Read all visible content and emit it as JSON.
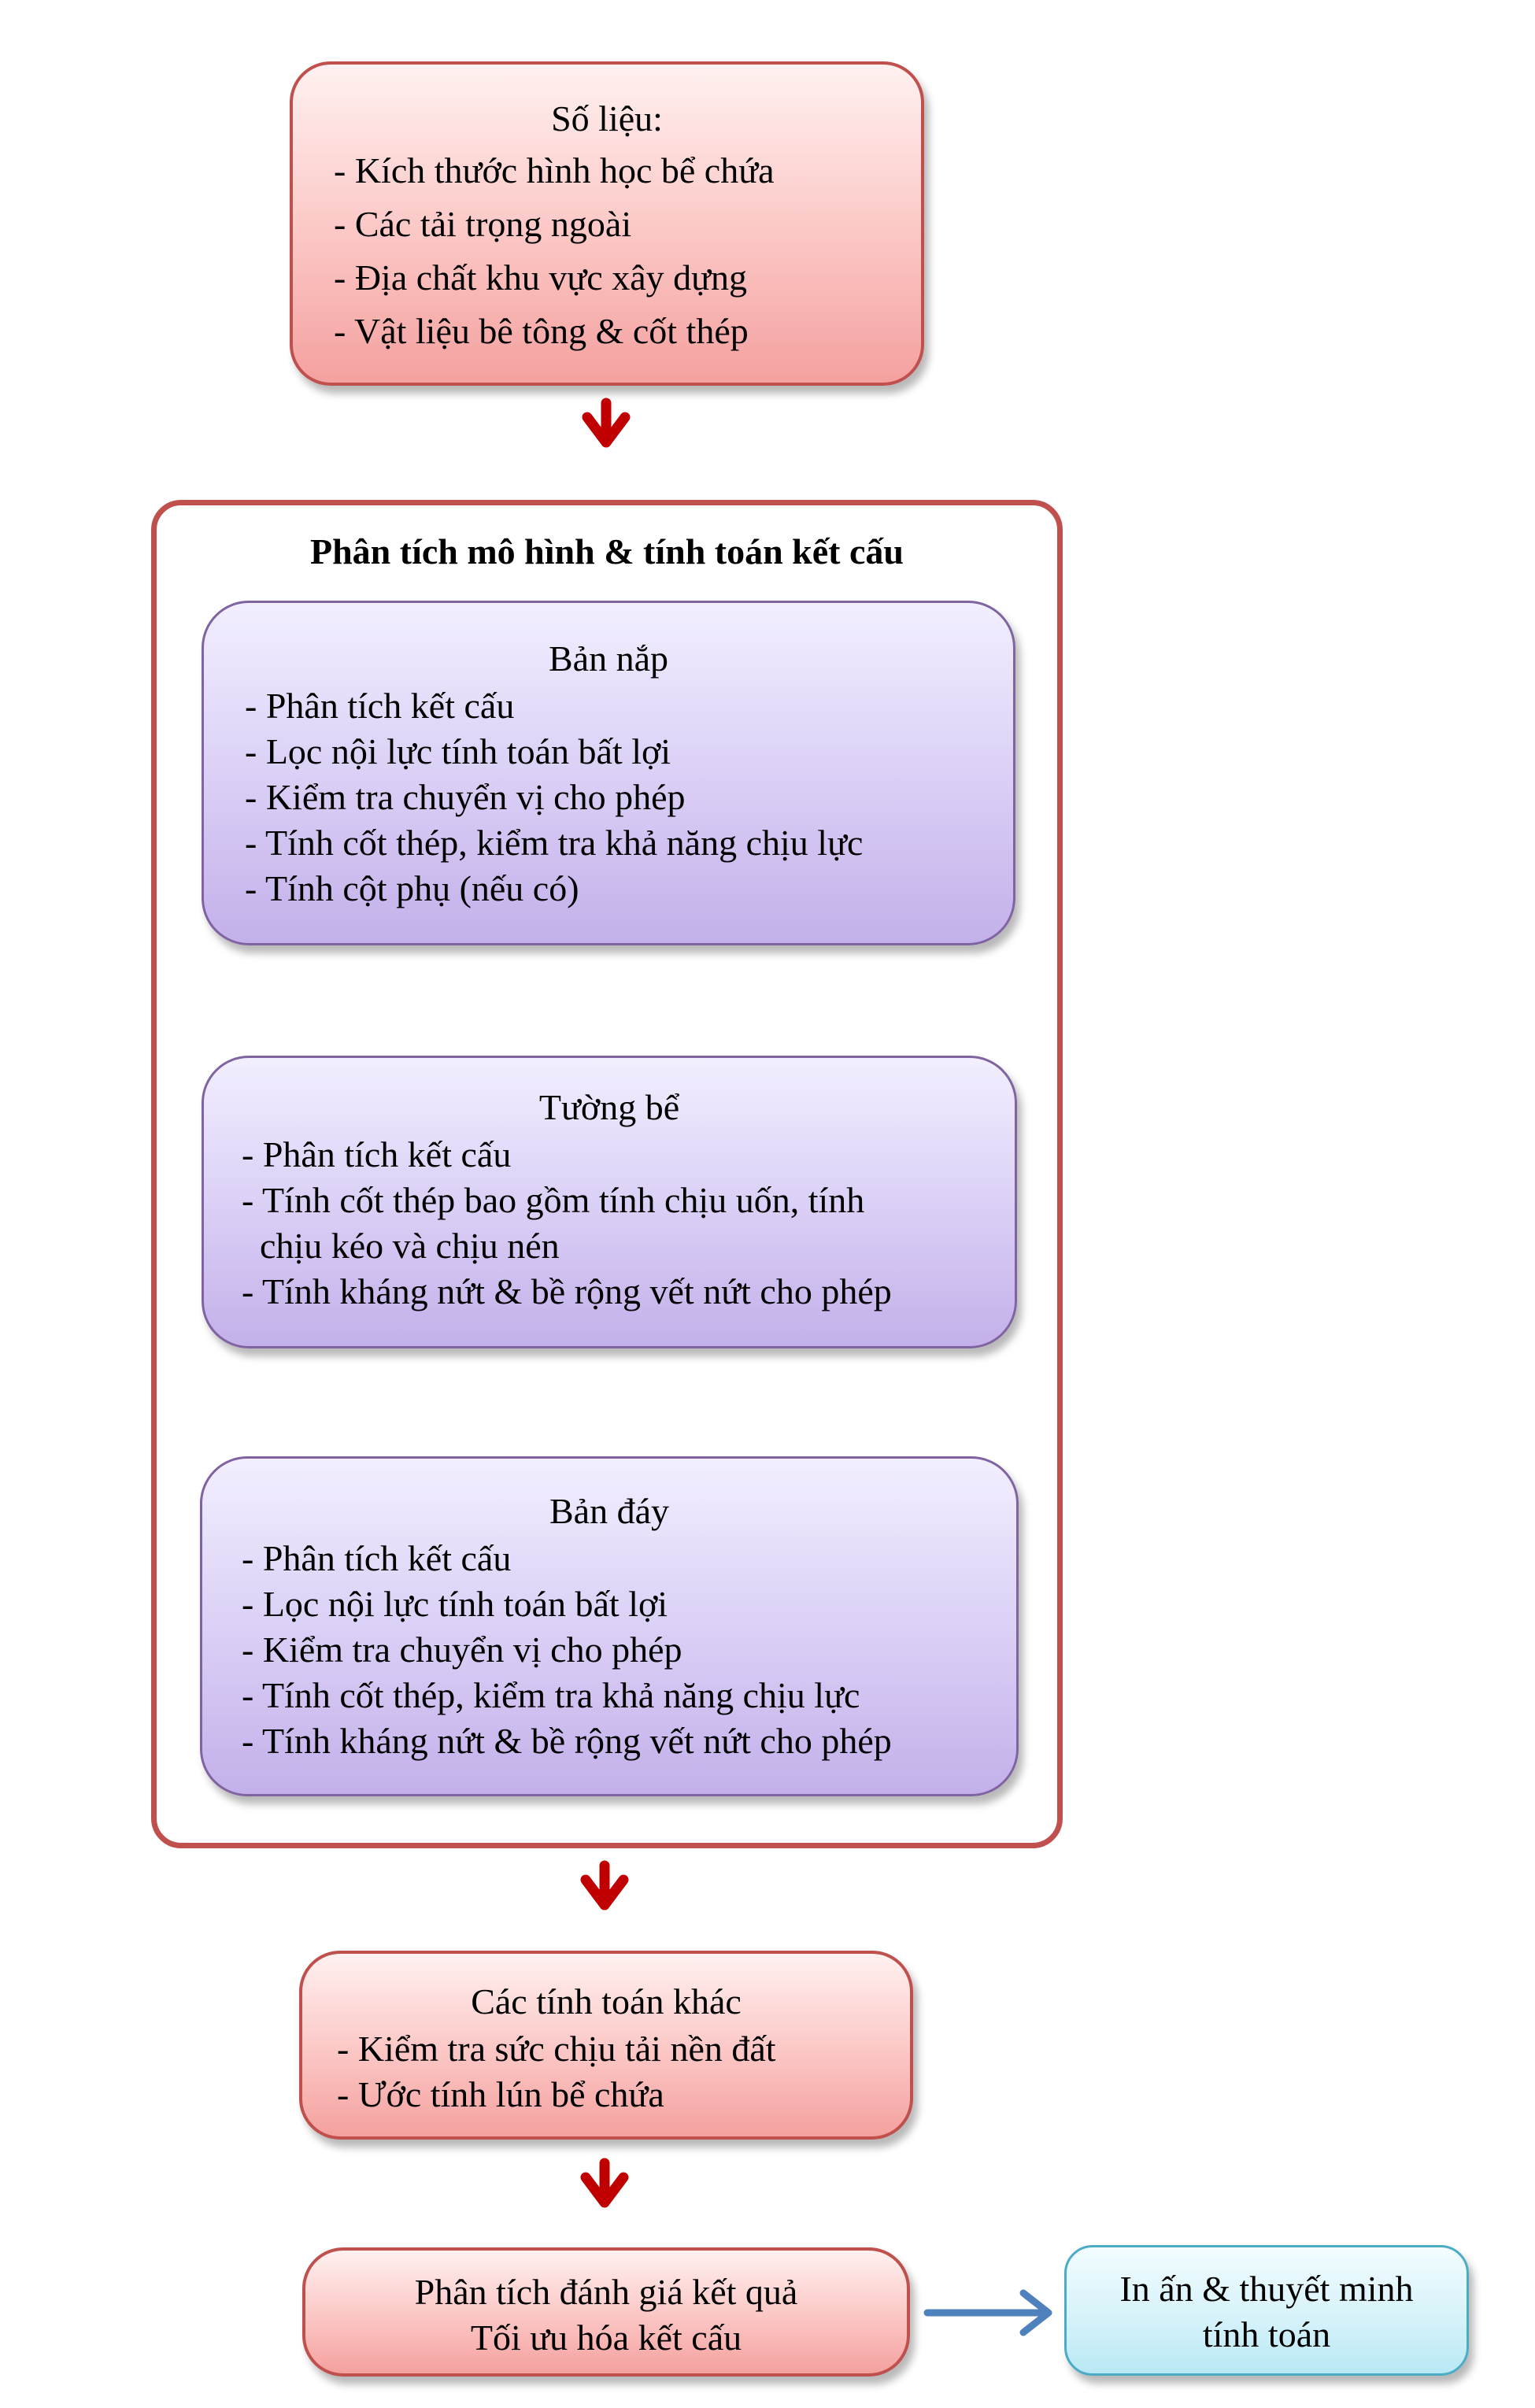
{
  "inputs_box": {
    "title": "Số liệu:",
    "items": [
      "- Kích thước hình học bể chứa",
      "- Các tải trọng ngoài",
      "- Địa chất khu vực xây dựng",
      "- Vật liệu bê tông & cốt thép"
    ]
  },
  "analysis_group": {
    "title": "Phân tích mô hình & tính toán kết cấu",
    "roof_slab": {
      "title": "Bản nắp",
      "items": [
        "- Phân tích kết cấu",
        "- Lọc nội lực tính toán bất lợi",
        "- Kiểm tra chuyển vị cho phép",
        "- Tính cốt thép, kiểm tra khả năng chịu lực",
        "- Tính cột phụ (nếu có)"
      ]
    },
    "tank_wall": {
      "title": "Tường bể",
      "items": [
        "- Phân tích kết cấu",
        "- Tính cốt thép bao gồm tính chịu uốn, tính",
        "  chịu kéo và chịu nén",
        "- Tính kháng nứt & bề rộng vết nứt cho phép"
      ]
    },
    "bottom_slab": {
      "title": "Bản đáy",
      "items": [
        "- Phân tích kết cấu",
        "- Lọc nội lực tính toán bất lợi",
        "- Kiểm tra chuyển vị cho phép",
        "- Tính cốt thép, kiểm tra khả năng chịu lực",
        "- Tính kháng nứt & bề rộng vết nứt cho phép"
      ]
    }
  },
  "other_calcs_box": {
    "title": "Các tính toán khác",
    "items": [
      "- Kiểm tra sức chịu tải nền đất",
      "- Ước tính lún bể chứa"
    ]
  },
  "evaluation_box": {
    "lines": [
      "Phân tích đánh giá kết quả",
      "Tối ưu hóa kết cấu"
    ]
  },
  "print_box": {
    "lines": [
      "In ấn & thuyết minh",
      "tính toán"
    ]
  },
  "colors": {
    "red_border": "#c0504d",
    "purple_border": "#8064a2",
    "blue_border": "#4bacc6",
    "arrow_red": "#c00000",
    "arrow_blue": "#4f81bd"
  }
}
